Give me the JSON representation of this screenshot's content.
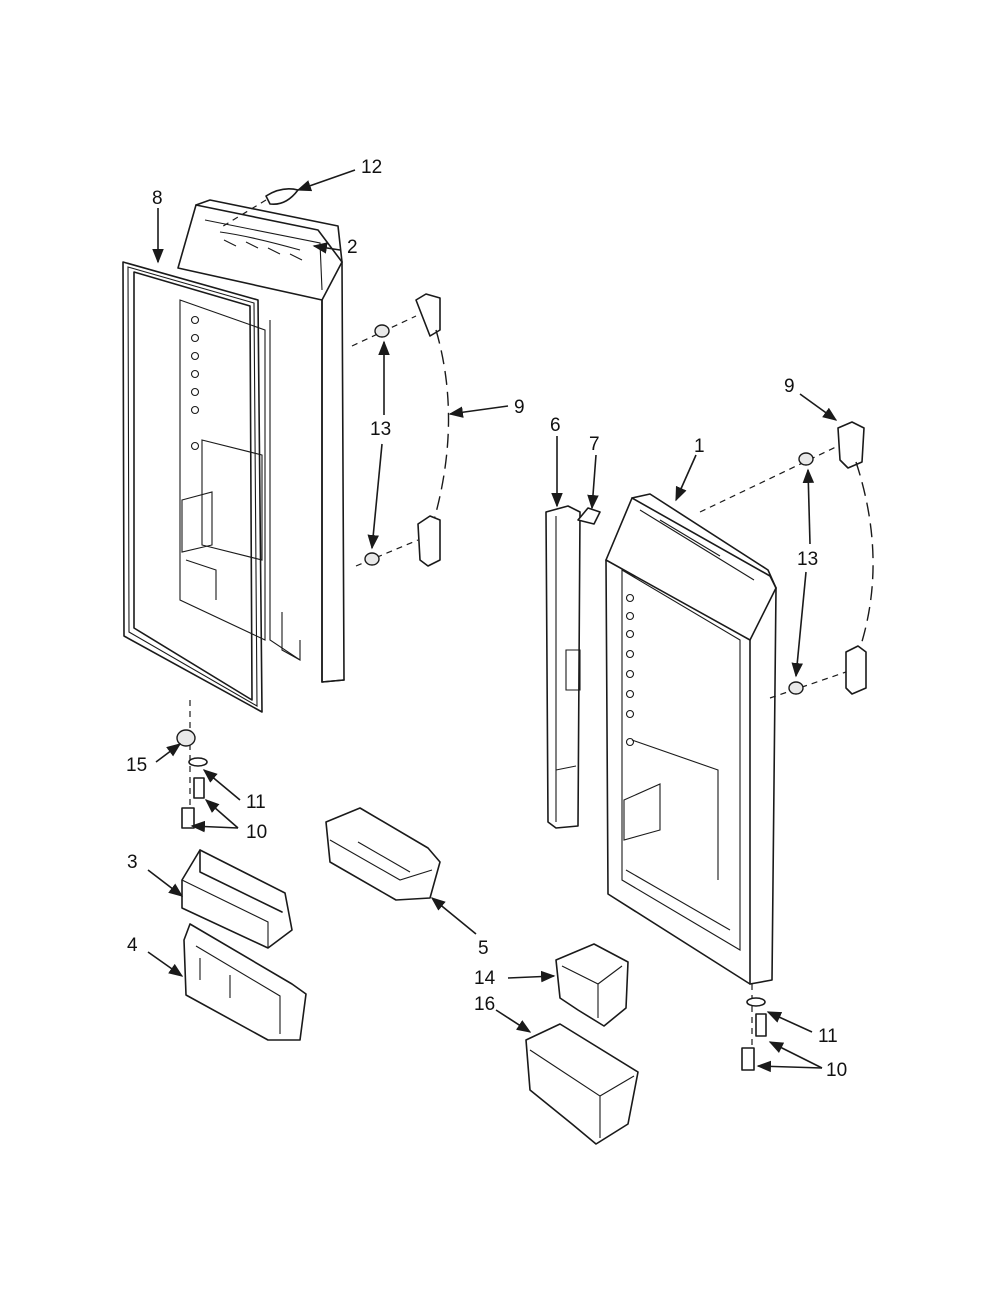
{
  "diagram": {
    "callouts": {
      "c1": "1",
      "c2": "2",
      "c3": "3",
      "c4": "4",
      "c5": "5",
      "c6": "6",
      "c7": "7",
      "c8": "8",
      "c9a": "9",
      "c9b": "9",
      "c10a": "10",
      "c10b": "10",
      "c11a": "11",
      "c11b": "11",
      "c12": "12",
      "c13a": "13",
      "c13b": "13",
      "c14": "14",
      "c15": "15",
      "c16": "16"
    }
  }
}
